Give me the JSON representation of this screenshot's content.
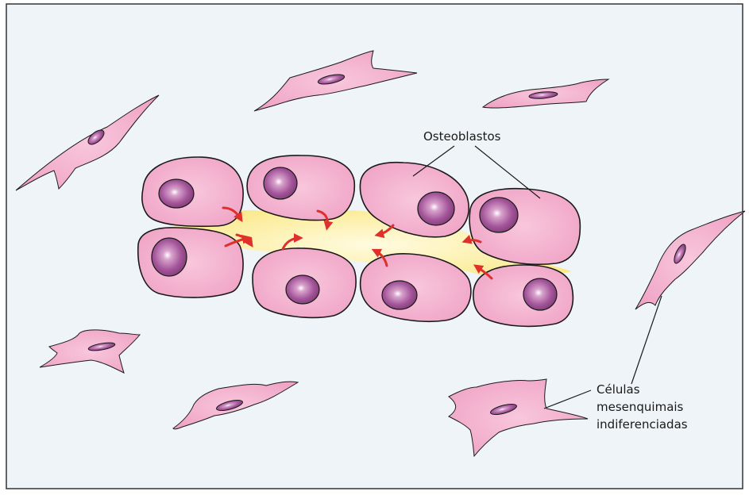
{
  "labels": {
    "osteoblasts": "Osteoblastos",
    "mesenchymal_line1": "Células",
    "mesenchymal_line2": "mesenquimais",
    "mesenchymal_line3": "indiferenciadas"
  },
  "colors": {
    "background": "#eef4f7",
    "frame": "#333333",
    "cell_fill": "#f2b3cf",
    "cell_stroke": "#1a1a1a",
    "nucleus": "#9c4d8a",
    "matrix": "#fdf3a6",
    "arrow": "#e0302b"
  }
}
